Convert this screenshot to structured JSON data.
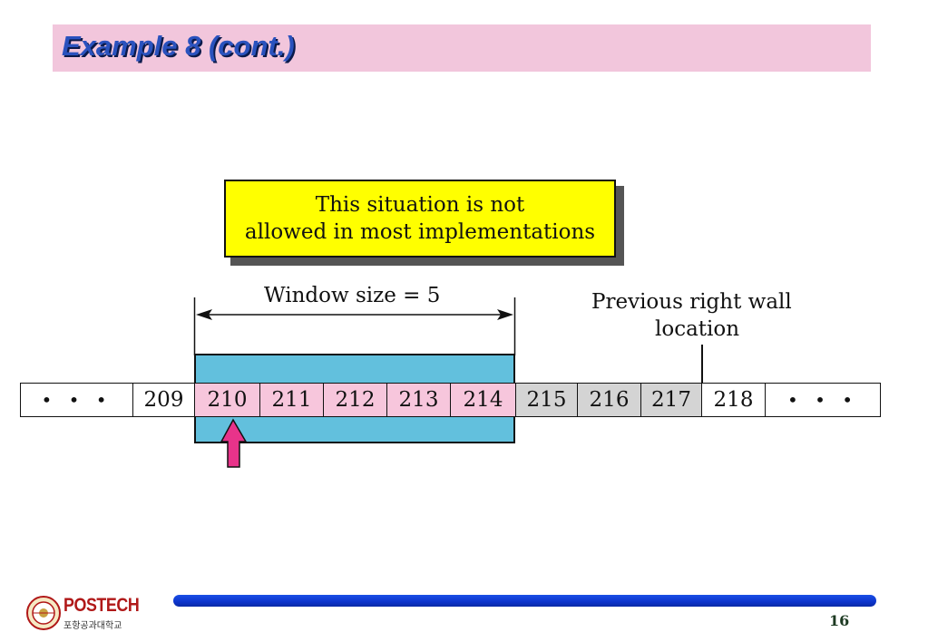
{
  "title": "Example 8 (cont.)",
  "note": {
    "line1": "This situation is not",
    "line2": "allowed in most implementations"
  },
  "window_label": "Window size = 5",
  "wall_label": {
    "line1": "Previous right wall",
    "line2": "location"
  },
  "cells": [
    {
      "text": "• • •",
      "shade": "white"
    },
    {
      "text": "209",
      "shade": "white"
    },
    {
      "text": "210",
      "shade": "pink"
    },
    {
      "text": "211",
      "shade": "pink"
    },
    {
      "text": "212",
      "shade": "pink"
    },
    {
      "text": "213",
      "shade": "pink"
    },
    {
      "text": "214",
      "shade": "pink"
    },
    {
      "text": "215",
      "shade": "gray"
    },
    {
      "text": "216",
      "shade": "gray"
    },
    {
      "text": "217",
      "shade": "gray"
    },
    {
      "text": "218",
      "shade": "white"
    },
    {
      "text": "• • •",
      "shade": "white"
    }
  ],
  "footer": {
    "logo_text": "POSTECH",
    "logo_subtext": "포항공과대학교",
    "page_number": "16"
  },
  "colors": {
    "title_text": "#2a52be",
    "title_band": "#f2c6dc",
    "note_bg": "#ffff00",
    "window_bg": "#62c0dd",
    "cell_pink": "#f7c6dc",
    "cell_gray": "#d4d4d4",
    "arrow": "#e8338a",
    "footer_bar": "#0d34cc"
  }
}
